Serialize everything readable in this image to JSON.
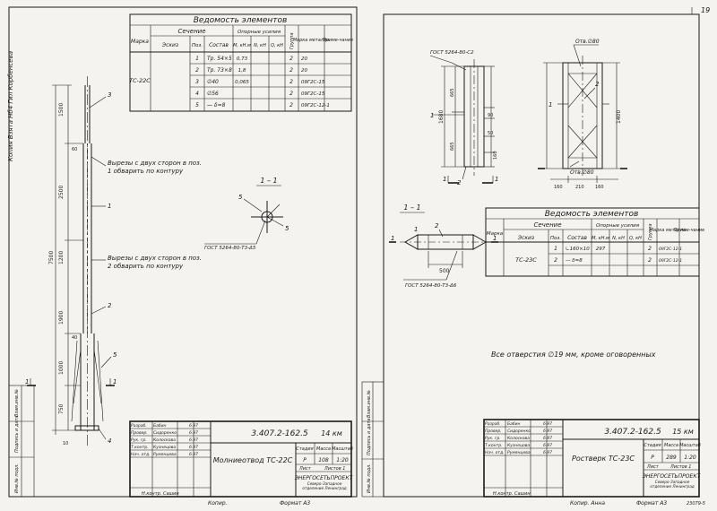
{
  "left_sheet": {
    "side_note": "Копия Взята Нб4 Гил Корбенсева",
    "spec_table": {
      "title": "Ведомость элементов",
      "col_marka": "Марка",
      "col_sechenie": "Сечение",
      "col_eskiz": "Эскиз",
      "col_poz": "Поз.",
      "col_sostav": "Состав",
      "col_opor": "Опорные усилия",
      "col_m": "M, кН.м",
      "col_n": "N, кН",
      "col_q": "Q, кН",
      "col_gruppa": "Группа",
      "col_marka_met": "Марка металла",
      "col_prim": "Приме-чание",
      "mark": "ТС-22С",
      "rows": [
        {
          "poz": "1",
          "sostav": "Тр. 54×5",
          "m": "0,73",
          "gr": "2",
          "met": "20"
        },
        {
          "poz": "2",
          "sostav": "Тр. 73×8",
          "m": "1,8",
          "gr": "2",
          "met": "20"
        },
        {
          "poz": "3",
          "sostav": "∅40",
          "m": "0,065",
          "gr": "2",
          "met": "09Г2С-15"
        },
        {
          "poz": "4",
          "sostav": "∅56",
          "m": "",
          "gr": "2",
          "met": "09Г2С-15"
        },
        {
          "poz": "5",
          "sostav": "— δ=8",
          "m": "",
          "gr": "2",
          "met": "09Г2С-12-1"
        }
      ]
    },
    "labels": {
      "p1": "1",
      "p2": "2",
      "p3": "3",
      "p4": "4",
      "p5": "5",
      "d1500": "1500",
      "d2500": "2500",
      "d7500": "7500",
      "d1200": "1200",
      "d1900": "1900",
      "d60": "60",
      "d40": "40",
      "d1000": "1000",
      "d750": "750",
      "d10": "10",
      "cut1": "1",
      "cut1b": "1",
      "note1": "Вырезы с двух сторон в поз. 1 обварить по контуру",
      "note2": "Вырезы с двух сторон в поз. 2 обварить по контуру",
      "section_title": "1 – 1",
      "sec_p5": "5",
      "sec_p5b": "5",
      "gost": "ГОСТ 5264-80-Т3-Δ5"
    },
    "stamp": {
      "code": "3.407.2-162.5",
      "km": "14 км",
      "name": "Молниеотвод ТС-22С",
      "stadia_h": "Стадия",
      "massa_h": "Масса",
      "masshtab_h": "Масштаб",
      "stadia": "Р",
      "massa": "108",
      "masshtab": "1:20",
      "list": "Лист",
      "listov": "Листов 1",
      "org1": "ЭНЕРГОСЕТЬПРОЕКТ",
      "org2": "Северо-Западное отделение Ленинград",
      "roles": [
        "Разраб.",
        "Провер.",
        "Рук. гр.",
        "Т.контр.",
        "Нач. отд."
      ],
      "people": [
        "Бабин",
        "Сидоренко",
        "Колоскова",
        "Кузнецова",
        "Румянцева"
      ],
      "dates": [
        "6.97",
        "6.97",
        "6.97",
        "6.97",
        "6.97"
      ],
      "bottom_left": "Н.контр. Сашин",
      "kopir": "Копир.",
      "format": "Формат А3",
      "sidebar": [
        "Инв.№ подл.",
        "Подпись и дата",
        "Взам.инв.№"
      ]
    }
  },
  "right_sheet": {
    "page_num": "19",
    "labels": {
      "gost_top": "ГОСТ 5264-80-С2",
      "otv80": "Отв.∅80",
      "otv80b": "Отв.∅80",
      "d1680": "1680",
      "d1400": "1400",
      "d665": "665",
      "d665b": "665",
      "d90": "90",
      "d50": "50",
      "d160": "160",
      "d210": "210",
      "d160b": "160",
      "p1": "1",
      "p1b": "1",
      "p2": "2",
      "p2b": "2",
      "cut1": "1",
      "cut1b": "1",
      "sec_title": "1 – 1",
      "sec_p2": "2",
      "sec_p1": "1",
      "sec_p1b": "1",
      "sec_p1c": "1",
      "sec_d500": "500",
      "gost_bottom": "ГОСТ 5264-80-Т3-Δ6",
      "note": "Все отверстия ∅19 мм, кроме оговоренных"
    },
    "spec_table": {
      "title": "Ведомость элементов",
      "col_marka": "Марка",
      "col_sechenie": "Сечение",
      "col_eskiz": "Эскиз",
      "col_poz": "Поз.",
      "col_sostav": "Состав",
      "col_opor": "Опорные усилия",
      "col_m": "M, кН.м",
      "col_n": "N, кН",
      "col_q": "Q, кН",
      "col_gruppa": "Группа",
      "col_marka_met": "Марка металла",
      "col_prim": "Приме-чание",
      "mark": "ТС-23С",
      "rows": [
        {
          "poz": "1",
          "sostav": "∟160×10",
          "m": "297",
          "gr": "2",
          "met": "09Г2С-12-1"
        },
        {
          "poz": "2",
          "sostav": "— δ=8",
          "m": "",
          "gr": "2",
          "met": "09Г2С-12-1"
        }
      ]
    },
    "stamp": {
      "code": "3.407.2-162.5",
      "km": "15 км",
      "name": "Ростверк ТС-23С",
      "stadia_h": "Стадия",
      "massa_h": "Масса",
      "masshtab_h": "Масштаб",
      "stadia": "Р",
      "massa": "289",
      "masshtab": "1:20",
      "list": "Лист",
      "listov": "Листов 1",
      "org1": "ЭНЕРГОСЕТЬПРОЕКТ",
      "org2": "Северо-Западное отделение Ленинград",
      "roles": [
        "Разраб.",
        "Провер.",
        "Рук. гр.",
        "Т.контр.",
        "Нач. отд."
      ],
      "people": [
        "Бабин",
        "Сидоренко",
        "Колоскова",
        "Кузнецова",
        "Румянцева"
      ],
      "dates": [
        "6.97",
        "6.97",
        "6.97",
        "6.97",
        "6.97"
      ],
      "bottom_left": "Н.контр. Сашин",
      "kopir": "Копир. Анна",
      "format": "Формат А3",
      "corner": "23079-5",
      "sidebar": [
        "Инв.№ подл.",
        "Подпись и дата",
        "Взам.инв.№"
      ]
    }
  }
}
